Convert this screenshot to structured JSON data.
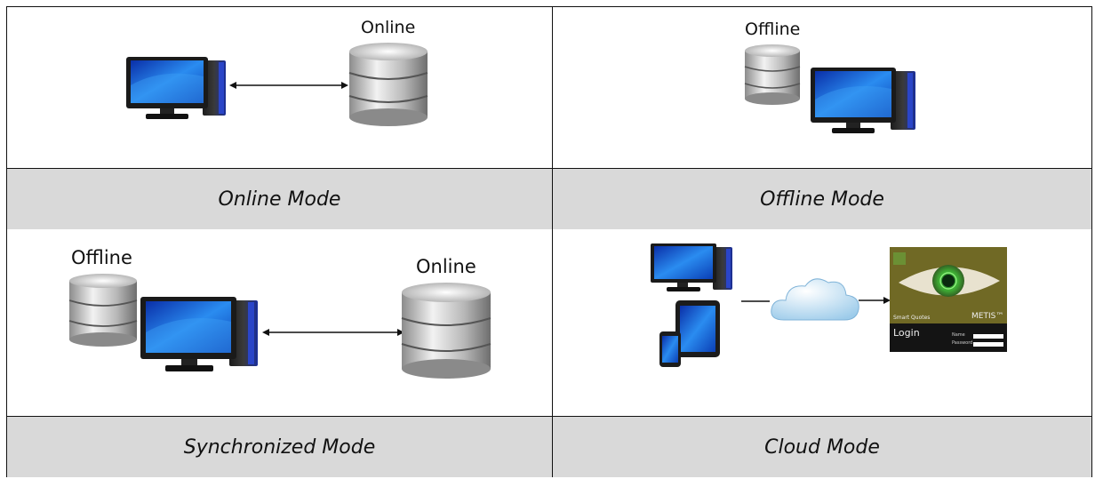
{
  "cells": {
    "online": {
      "db_label": "Online",
      "caption": "Online Mode"
    },
    "offline": {
      "db_label": "Offline",
      "caption": "Offline Mode"
    },
    "synchronized": {
      "offline_label": "Offline",
      "online_label": "Online",
      "caption": "Synchronized Mode"
    },
    "cloud": {
      "caption": "Cloud Mode",
      "app_screen": {
        "product": "Smart Quotes",
        "brand": "METIS™",
        "login": "Login",
        "field1": "Name",
        "field2": "Password"
      }
    }
  },
  "icons": [
    "desktop-computer-icon",
    "database-icon",
    "tablet-icon",
    "smartphone-icon",
    "cloud-icon",
    "bidirectional-arrow-icon",
    "arrow-icon"
  ],
  "colors": {
    "caption_bg": "#d9d9d9",
    "screen_blue": "#1e5fd6",
    "db_silver": "#c8c8c8",
    "cloud": "#bfe0f5"
  }
}
